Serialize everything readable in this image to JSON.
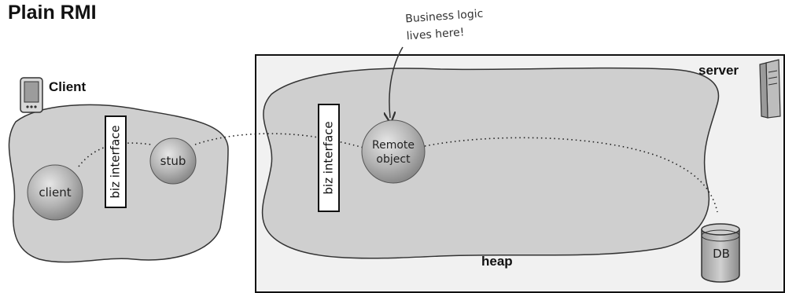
{
  "title": "Plain RMI",
  "client_label": "Client",
  "server_label": "server",
  "heap_label": "heap",
  "note": {
    "line1": "Business logic",
    "line2": "lives here!"
  },
  "client_node": "client",
  "stub_node": "stub",
  "remote_node": {
    "line1": "Remote",
    "line2": "object"
  },
  "db_label": "DB",
  "client_interface_label": "biz interface",
  "server_interface_label": "biz interface"
}
